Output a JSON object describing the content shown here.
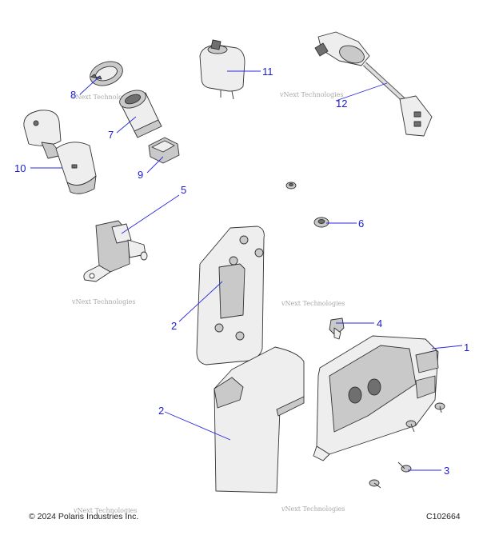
{
  "callouts": {
    "c1": "1",
    "c2a": "2",
    "c2b": "2",
    "c3": "3",
    "c4": "4",
    "c5": "5",
    "c6": "6",
    "c7": "7",
    "c8": "8",
    "c9": "9",
    "c10": "10",
    "c11": "11",
    "c12": "12"
  },
  "watermark": "vNext Technologies",
  "footer": {
    "copyright": "© 2024 Polaris Industries Inc.",
    "diagram_code": "C102664"
  },
  "colors": {
    "callout": "#1a1ad6",
    "part_fill": "#eeeeee",
    "part_stroke": "#333333"
  }
}
